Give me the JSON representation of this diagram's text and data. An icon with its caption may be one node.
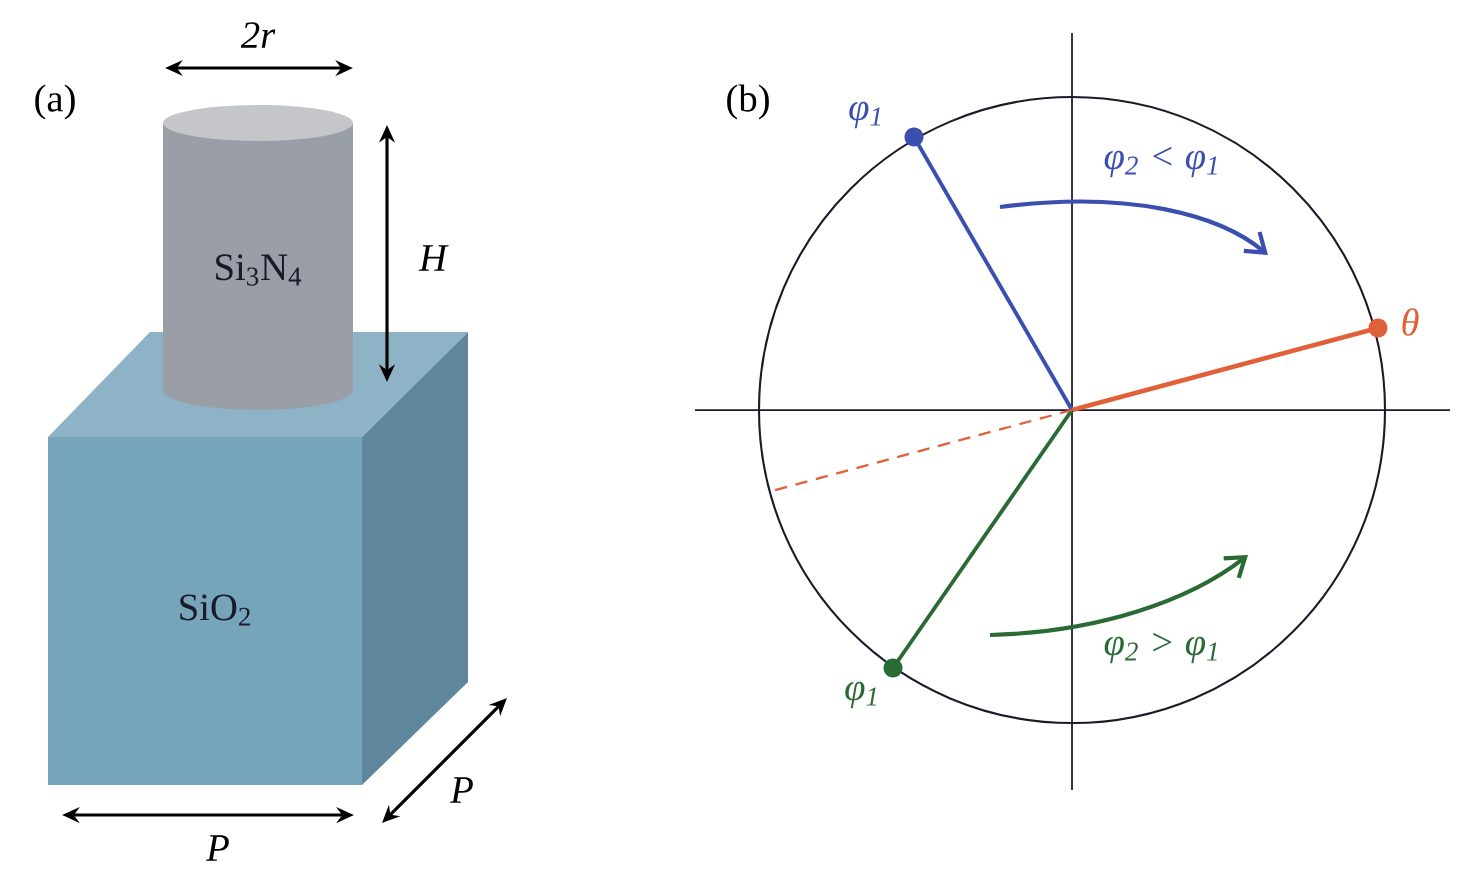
{
  "diagram": {
    "nodes": [
      {
        "text": [
          "Si$_{3}$N$_{4}$"
        ]
      },
      {
        "text": [
          "SiO$_{2}$"
        ]
      }
    ],
    "labels": [
      "2r",
      "(a)",
      "H",
      "P",
      "P",
      "(b)",
      "φ$_{1}$",
      "φ$_{2}$ < φ$_{1}$",
      "θ",
      "φ$_{2}$ > φ$_{1}$",
      "φ$_{1}$"
    ]
  }
}
